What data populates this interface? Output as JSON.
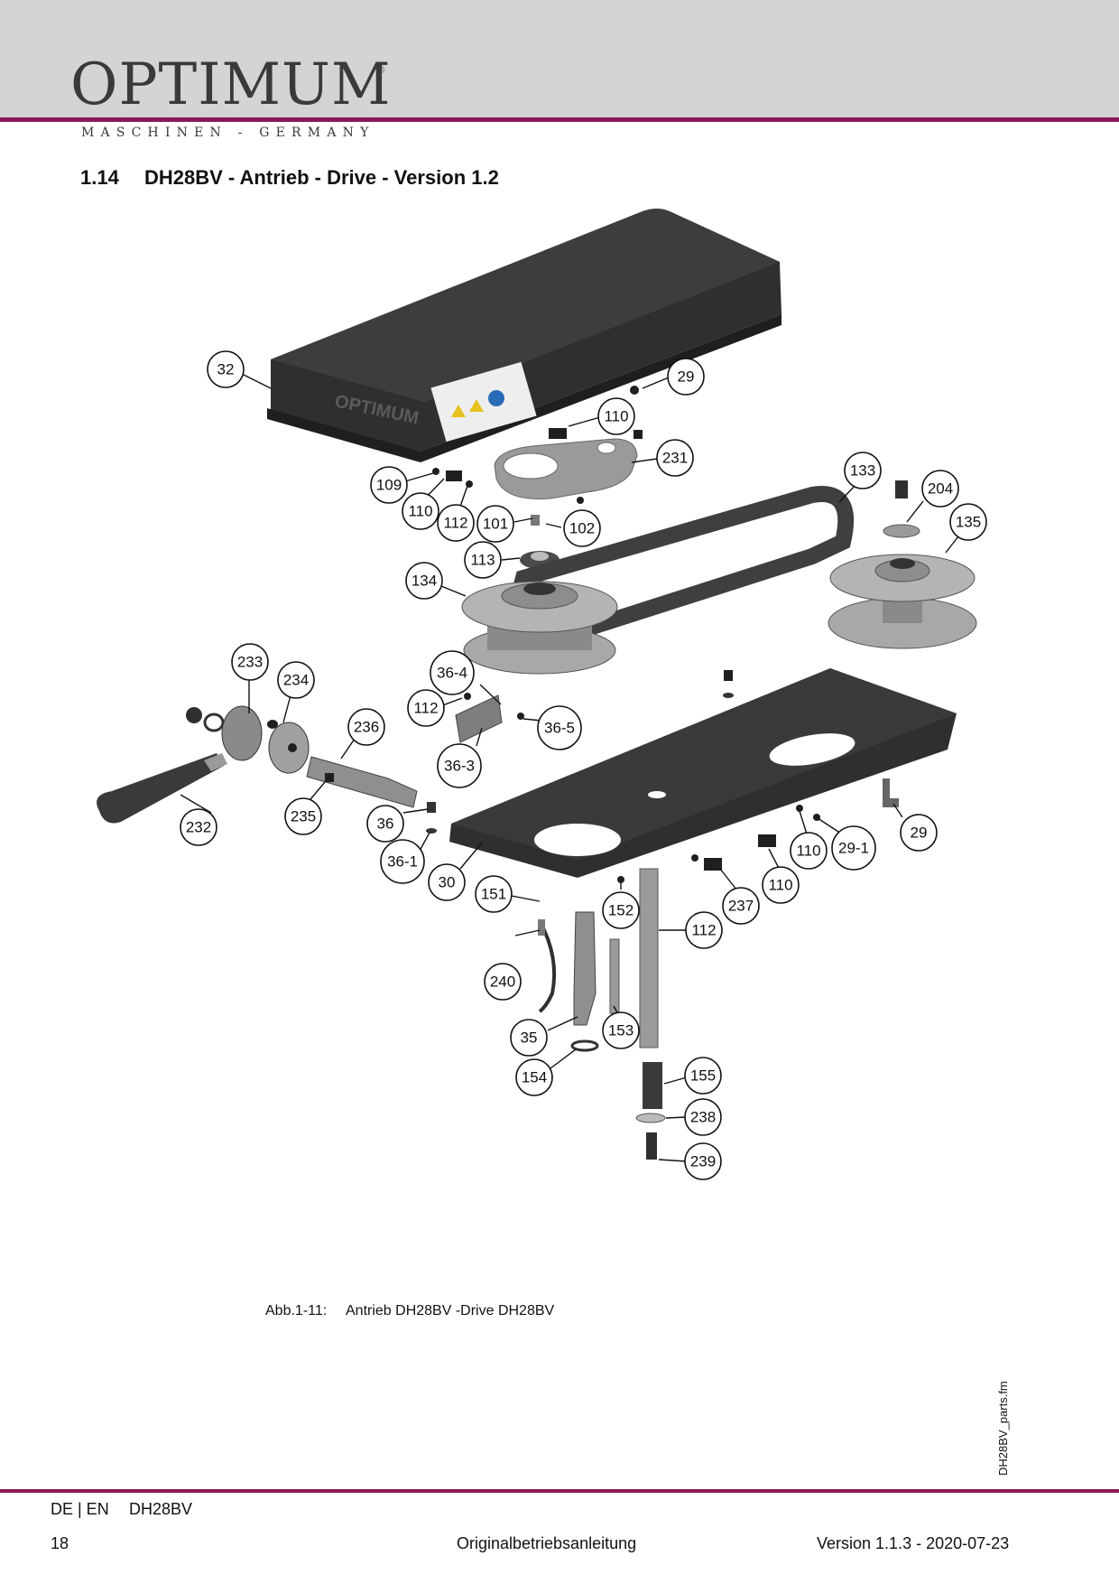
{
  "header": {
    "logo_word": "OPTIMUM",
    "logo_reg": "®",
    "logo_tagline": "MASCHINEN - GERMANY"
  },
  "section": {
    "number": "1.14",
    "title": "DH28BV - Antrieb - Drive - Version 1.2"
  },
  "diagram": {
    "cover_label": "OPTIMUM",
    "callouts": [
      "32",
      "29",
      "110",
      "231",
      "109",
      "110",
      "112",
      "101",
      "102",
      "113",
      "133",
      "204",
      "135",
      "134",
      "233",
      "234",
      "36-4",
      "112",
      "36-5",
      "236",
      "36-3",
      "232",
      "235",
      "36",
      "36-1",
      "30",
      "151",
      "152",
      "112",
      "237",
      "110",
      "110",
      "29-1",
      "29",
      "35",
      "153",
      "154",
      "155",
      "238",
      "239",
      "240"
    ]
  },
  "caption": {
    "label": "Abb.1-11:",
    "text": "Antrieb DH28BV -Drive DH28BV"
  },
  "side_file": "DH28BV_parts.fm",
  "footer": {
    "lang": "DE | EN",
    "model": "DH28BV",
    "page": "18",
    "doc": "Originalbetriebsanleitung",
    "version": "Version 1.1.3 - 2020-07-23"
  },
  "colors": {
    "accent": "#8b1a5a",
    "header_band": "#d3d4d6",
    "part_dark": "#2f2f31",
    "part_grey": "#9a9a9c"
  }
}
